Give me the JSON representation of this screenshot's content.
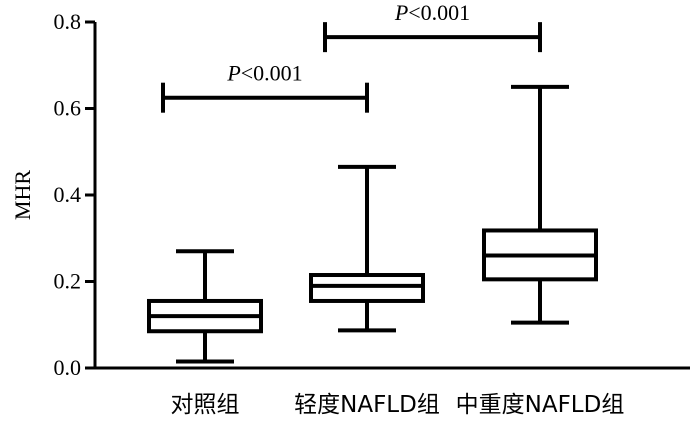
{
  "chart_data": {
    "type": "box",
    "title": "",
    "xlabel": "",
    "ylabel": "MHR",
    "ylim": [
      0,
      0.8
    ],
    "yticks": [
      "0.0",
      "0.2",
      "0.4",
      "0.6",
      "0.8"
    ],
    "grid": false,
    "categories": [
      "对照组",
      "轻度NAFLD组",
      "中重度NAFLD组"
    ],
    "boxes": [
      {
        "name": "对照组",
        "min": 0.015,
        "q1": 0.085,
        "median": 0.12,
        "q3": 0.155,
        "max": 0.27
      },
      {
        "name": "轻度NAFLD组",
        "min": 0.087,
        "q1": 0.155,
        "median": 0.19,
        "q3": 0.215,
        "max": 0.465
      },
      {
        "name": "中重度NAFLD组",
        "min": 0.105,
        "q1": 0.205,
        "median": 0.26,
        "q3": 0.318,
        "max": 0.65
      }
    ],
    "annotations": [
      {
        "from": "对照组",
        "to": "轻度NAFLD组",
        "y": 0.625,
        "p_symbol": "P",
        "p_rest": "<0.001"
      },
      {
        "from": "轻度NAFLD组",
        "to": "中重度NAFLD组",
        "y": 0.765,
        "p_symbol": "P",
        "p_rest": "<0.001"
      }
    ]
  }
}
